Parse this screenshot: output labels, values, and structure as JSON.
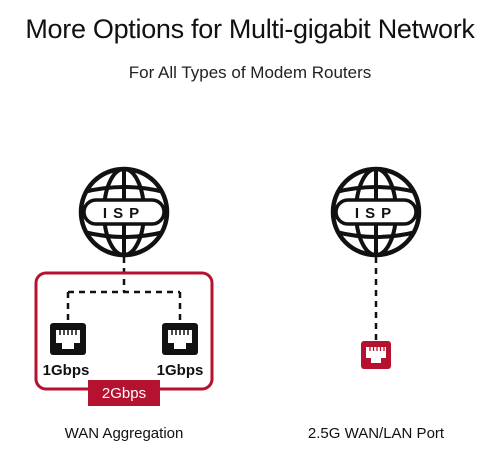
{
  "header": {
    "title": "More Options for Multi-gigabit Network",
    "subtitle": "For All Types of Modem Routers"
  },
  "left": {
    "globe_label": "ISP",
    "port1_speed": "1Gbps",
    "port2_speed": "1Gbps",
    "aggregate_badge": "2Gbps",
    "caption": "WAN Aggregation"
  },
  "right": {
    "globe_label": "ISP",
    "caption": "2.5G WAN/LAN Port"
  },
  "colors": {
    "accent_red": "#b5122f",
    "dark": "#111111"
  },
  "icons": [
    "globe-icon",
    "ethernet-port-icon"
  ]
}
